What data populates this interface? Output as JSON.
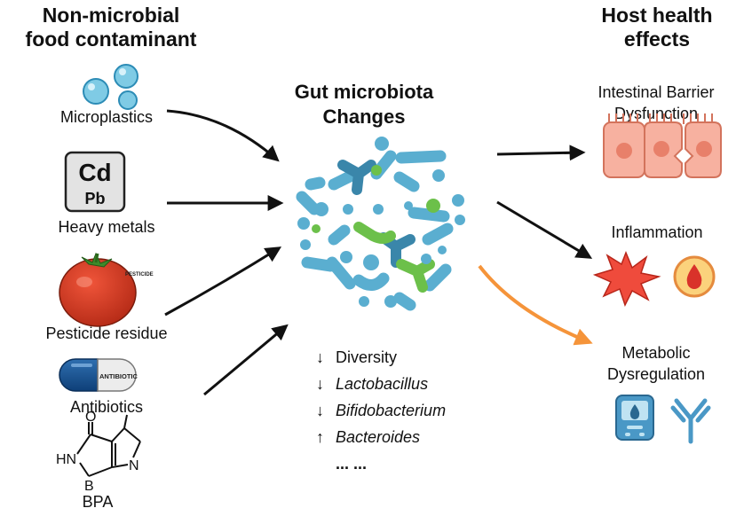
{
  "left": {
    "title_line1": "Non-microbial",
    "title_line2": "food contaminant",
    "items": [
      {
        "label": "Microplastics"
      },
      {
        "label": "Heavy metals",
        "symbol_top": "Cd",
        "symbol_bottom": "Pb"
      },
      {
        "label": "Pesticide residue",
        "tag": "PESTICIDE"
      },
      {
        "label": "Antibiotics",
        "tag": "ANTIBIOTIC"
      },
      {
        "label": "BPA",
        "atoms": [
          "O",
          "HN",
          "B",
          "N"
        ]
      }
    ]
  },
  "center": {
    "title_line1": "Gut microbiota",
    "title_line2": "Changes",
    "changes": [
      {
        "arrow": "↓",
        "text": "Diversity",
        "italic": false
      },
      {
        "arrow": "↓",
        "text": "Lactobacillus",
        "italic": true
      },
      {
        "arrow": "↓",
        "text": "Bifidobacterium",
        "italic": true
      },
      {
        "arrow": "↑",
        "text": "Bacteroides",
        "italic": true
      }
    ],
    "ellipsis": "... ..."
  },
  "right": {
    "title_line1": "Host health",
    "title_line2": "effects",
    "effects": [
      {
        "line1": "Intestinal Barrier",
        "line2": "Dysfunction"
      },
      {
        "line1": "Inflammation"
      },
      {
        "line1": "Metabolic",
        "line2": "Dysregulation"
      }
    ]
  },
  "colors": {
    "microbe_blue": "#5aaed0",
    "microbe_dark": "#3a86aa",
    "microbe_green": "#6cc04a",
    "orange_arrow": "#f5943a",
    "cell_pink": "#f7b1a0",
    "star_red": "#ef4b3c"
  }
}
